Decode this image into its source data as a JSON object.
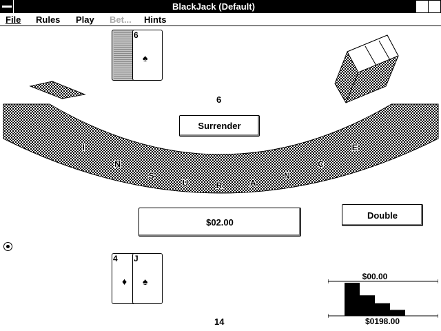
{
  "window": {
    "title": "BlackJack (Default)",
    "min_glyph": "▼",
    "max_glyph": "⇕"
  },
  "menu": {
    "file": "File",
    "rules": "Rules",
    "play": "Play",
    "bet": "Bet...",
    "hints": "Hints"
  },
  "dealer": {
    "card_rank": "6",
    "card_suit_glyph": "♠",
    "total": "6"
  },
  "player": {
    "cards": [
      {
        "rank": "4",
        "suit_glyph": "♦"
      },
      {
        "rank": "J",
        "suit_glyph": "♠"
      }
    ],
    "total": "14"
  },
  "table_letters": [
    "I",
    "N",
    "S",
    "U",
    "R",
    "A",
    "N",
    "C",
    "E"
  ],
  "buttons": {
    "surrender": "Surrender",
    "double": "Double",
    "bet_amount": "$02.00"
  },
  "bankroll": {
    "top_label": "$00.00",
    "bottom_label": "$0198.00",
    "bars": [
      1.0,
      0.62,
      0.38,
      0.18
    ]
  },
  "colors": {
    "felt_dark": "#000000",
    "felt_light": "#ffffff",
    "card_back": "#c0c0c0"
  }
}
